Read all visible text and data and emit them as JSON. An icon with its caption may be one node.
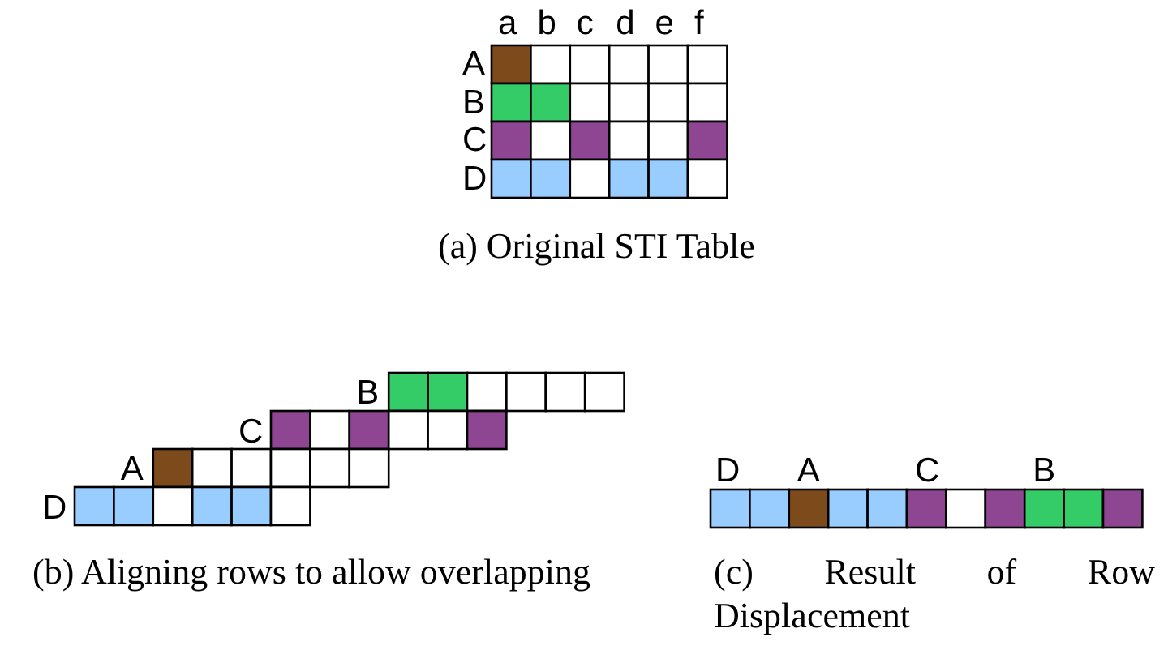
{
  "diagram": {
    "labels": [
      "a",
      "b",
      "c",
      "d",
      "e",
      "f",
      "A",
      "B",
      "C",
      "D",
      "(a) Original STI Table",
      "B",
      "C",
      "A",
      "D",
      "D",
      "A",
      "C",
      "B",
      "(b) Aligning rows to allow overlapping",
      "(c) Result of Row Displacement"
    ]
  }
}
